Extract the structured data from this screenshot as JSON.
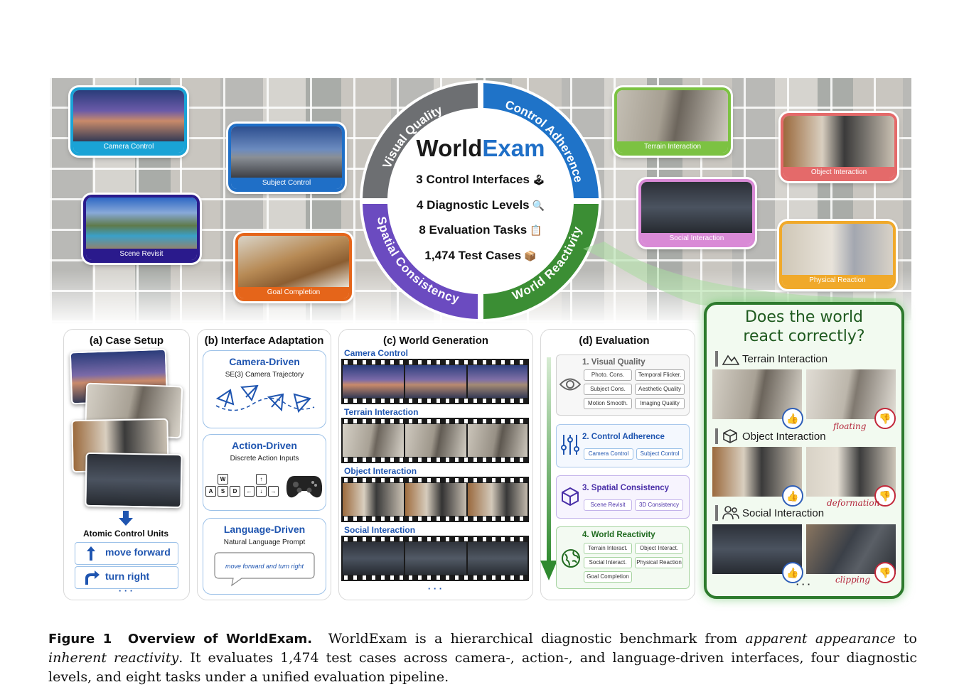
{
  "ring": {
    "brand_a": "World",
    "brand_b": "Exam",
    "segments": [
      "Visual Quality",
      "Control Adherence",
      "World Reactivity",
      "Spatial Consistency"
    ],
    "colors": {
      "visual_quality": "#6d6f72",
      "control_adherence": "#1f73c8",
      "world_reactivity": "#3b8e34",
      "spatial_consistency": "#6b4bc0"
    },
    "stats": [
      "3 Control Interfaces",
      "4 Diagnostic Levels",
      "8 Evaluation Tasks",
      "1,474 Test Cases"
    ],
    "stat_icons": [
      "joystick-icon",
      "magnifier-icon",
      "clipboard-icon",
      "box-icon"
    ]
  },
  "thumbnails": [
    "Camera Control",
    "Subject Control",
    "Scene Revisit",
    "Goal Completion",
    "Terrain Interaction",
    "Object Interaction",
    "Social Interaction",
    "Physical Reaction"
  ],
  "panel_a": {
    "title": "(a) Case Setup",
    "atomic": "Atomic Control Units",
    "units": [
      "move forward",
      "turn right"
    ],
    "ellipsis": "· · ·"
  },
  "panel_b": {
    "title": "(b) Interface Adaptation",
    "camera": {
      "title": "Camera-Driven",
      "desc": "SE(3) Camera Trajectory"
    },
    "action": {
      "title": "Action-Driven",
      "desc": "Discrete Action Inputs",
      "keys": [
        "W",
        "A",
        "S",
        "D",
        "↑",
        "←",
        "↓",
        "→"
      ]
    },
    "language": {
      "title": "Language-Driven",
      "desc": "Natural Language Prompt",
      "prompt": "move forward and turn right"
    }
  },
  "panel_c": {
    "title": "(c) World Generation",
    "strips": [
      "Camera Control",
      "Terrain Interaction",
      "Object Interaction",
      "Social Interaction"
    ],
    "ellipsis": "· · ·"
  },
  "panel_d": {
    "title": "(d) Evaluation",
    "levels": [
      {
        "title": "1. Visual Quality",
        "tags": [
          "Photo. Cons.",
          "Temporal Flicker.",
          "Subject Cons.",
          "Aesthetic Quality",
          "Motion Smooth.",
          "Imaging Quality"
        ]
      },
      {
        "title": "2. Control Adherence",
        "tags": [
          "Camera Control",
          "Subject Control"
        ]
      },
      {
        "title": "3. Spatial Consistency",
        "tags": [
          "Scene Revisit",
          "3D Consistency"
        ]
      },
      {
        "title": "4. World Reactivity",
        "tags": [
          "Terrain Interact.",
          "Object Interact.",
          "Social Interact.",
          "Physical Reaction",
          "Goal Completion"
        ]
      }
    ]
  },
  "react": {
    "question_1": "Does the world",
    "question_2": "react correctly?",
    "sections": [
      {
        "name": "Terrain Interaction",
        "failure": "floating"
      },
      {
        "name": "Object Interaction",
        "failure": "deformation"
      },
      {
        "name": "Social Interaction",
        "failure": "clipping"
      }
    ],
    "ellipsis": "· · ·"
  },
  "caption": {
    "label": "Figure 1",
    "title": "Overview of WorldExam.",
    "t1": "WorldExam is a hierarchical diagnostic benchmark from ",
    "i1": "apparent appearance",
    "t2": " to ",
    "i2": "inherent reactivity",
    "t3": ". It evaluates 1,474 test cases across camera-, action-, and language-driven interfaces, four diagnostic levels, and eight tasks under a unified evaluation pipeline."
  }
}
